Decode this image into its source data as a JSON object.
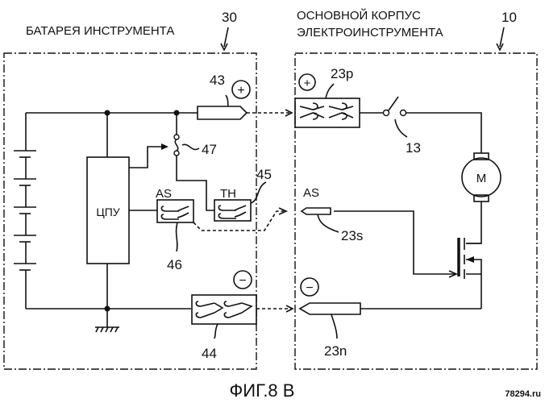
{
  "figure": {
    "caption": "ФИГ.8 В",
    "watermark": "78294.ru"
  },
  "battery_pack": {
    "title": "БАТАРЕЯ ИНСТРУМЕНТА",
    "ref": "30",
    "cpu_label": "ЦПУ",
    "terminal_pos_ref": "43",
    "terminal_neg_ref": "44",
    "th_label": "TH",
    "th_ref": "45",
    "as_label": "AS",
    "as_ref": "46",
    "fuse_ref": "47",
    "plus_symbol": "+",
    "minus_symbol": "−"
  },
  "tool_body": {
    "title_line1": "ОСНОВНОЙ КОРПУС",
    "title_line2": "ЭЛЕКТРОИНСТРУМЕНТА",
    "ref": "10",
    "terminal_pos_ref": "23p",
    "terminal_as_label": "AS",
    "terminal_as_ref": "23s",
    "terminal_neg_ref": "23n",
    "switch_ref": "13",
    "motor_label": "M",
    "plus_symbol": "+",
    "minus_symbol": "−"
  }
}
